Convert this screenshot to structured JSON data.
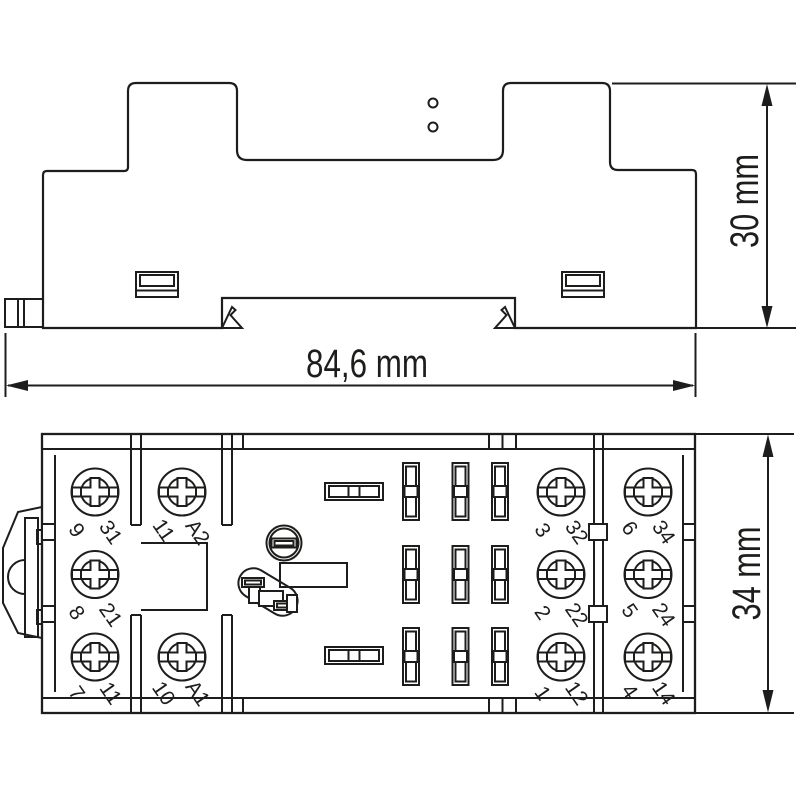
{
  "meta": {
    "drawing_type": "relay-socket dimension drawing, side profile and bottom view",
    "background": "#ffffff",
    "line_color": "#1d1d1b"
  },
  "dimensions": {
    "overall_width": {
      "label": "84,6 mm"
    },
    "side_height": {
      "label": "30 mm"
    },
    "base_height": {
      "label": "34 mm"
    }
  },
  "bottom_view": {
    "terminals": [
      {
        "pin": "9",
        "contact": "31"
      },
      {
        "pin": "8",
        "contact": "21"
      },
      {
        "pin": "7",
        "contact": "11"
      },
      {
        "pin": "11",
        "contact": "A2"
      },
      {
        "pin": "10",
        "contact": "A1"
      },
      {
        "pin": "3",
        "contact": "32"
      },
      {
        "pin": "2",
        "contact": "22"
      },
      {
        "pin": "1",
        "contact": "12"
      },
      {
        "pin": "6",
        "contact": "34"
      },
      {
        "pin": "5",
        "contact": "24"
      },
      {
        "pin": "4",
        "contact": "14"
      }
    ]
  }
}
